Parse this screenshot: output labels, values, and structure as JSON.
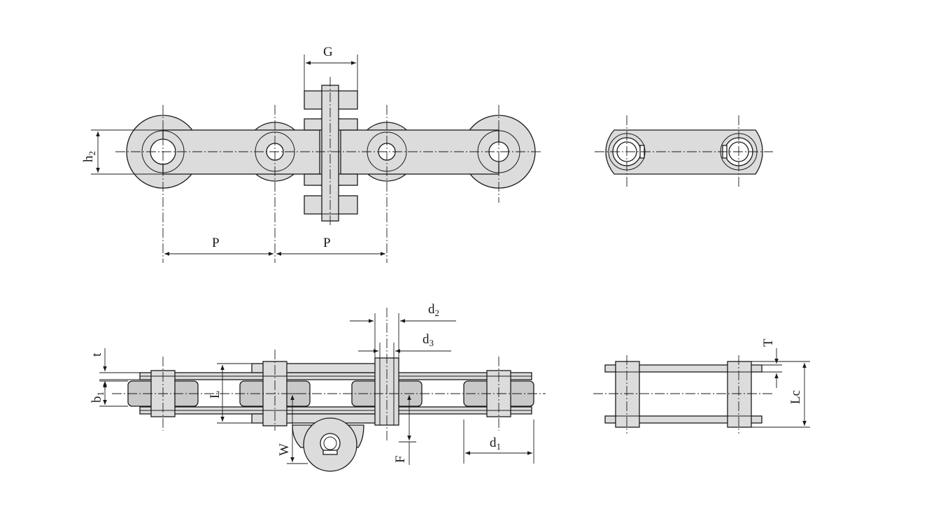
{
  "labels": {
    "G": "G",
    "h2": "h",
    "h2_sub": "2",
    "P_left": "P",
    "P_right": "P",
    "d2": "d",
    "d2_sub": "2",
    "d3": "d",
    "d3_sub": "3",
    "t": "t",
    "b1": "b",
    "b1_sub": "1",
    "L": "L",
    "W": "W",
    "F": "F",
    "d1": "d",
    "d1_sub": "1",
    "T": "T",
    "Lc": "Lc"
  },
  "colors": {
    "part_fill": "#dcdcdc",
    "line": "#1a1a1a",
    "background": "#ffffff"
  }
}
